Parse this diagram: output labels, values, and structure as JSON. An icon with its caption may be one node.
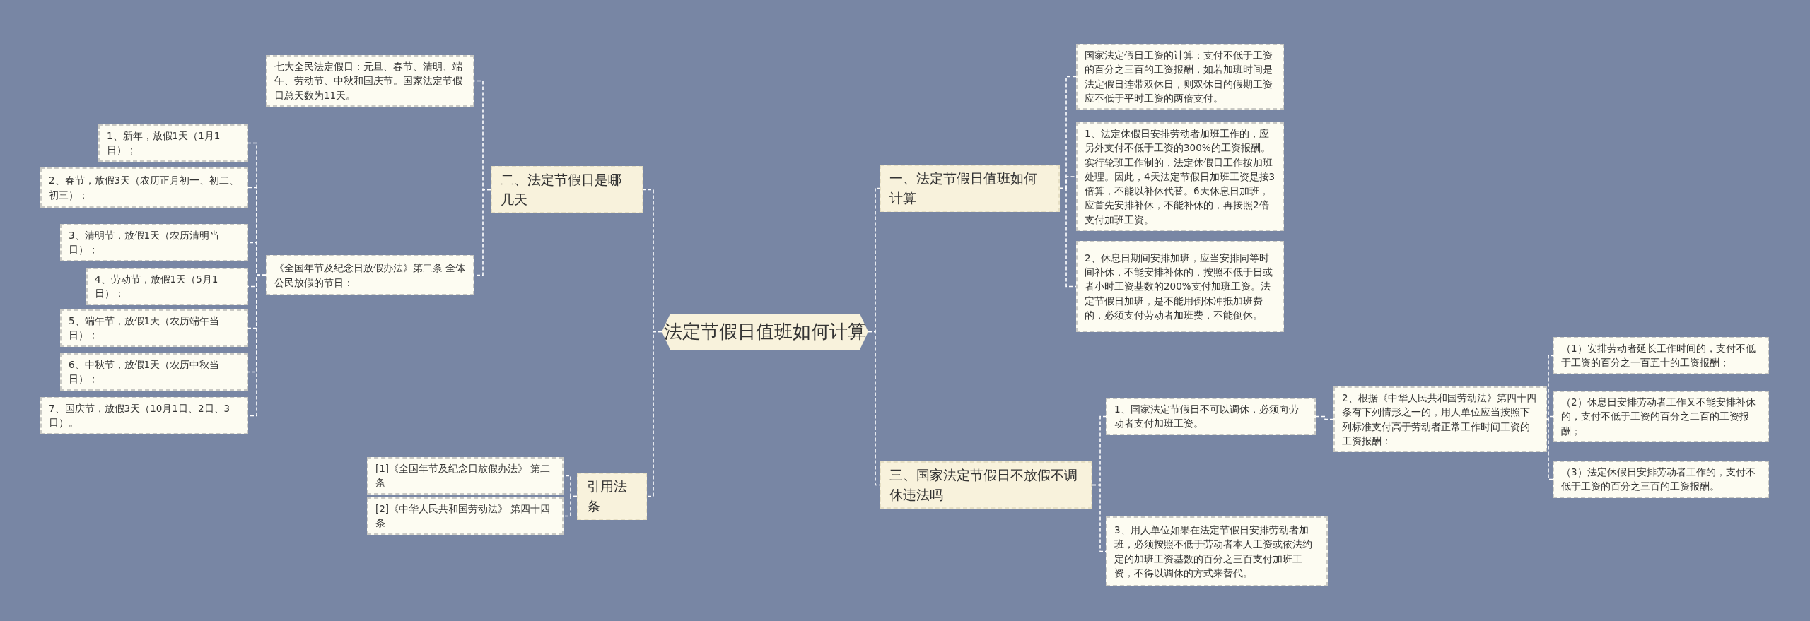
{
  "diagram": {
    "nodes": [
      {
        "text": [
          "法定节假日值班如何计算"
        ]
      },
      {
        "text": [
          "一、法定节假日值班如何计算"
        ]
      },
      {
        "text": [
          "国家法定假日工资的计算：支付不低于工资的百分之三百的工资报酬，如若加班时间是法定假日连带双休日，则双休日的假期工资应不低于平时工资的两倍支付。"
        ]
      },
      {
        "text": [
          "1、法定休假日安排劳动者加班工作的，应另外支付不低于工资的300%的工资报酬。实行轮班工作制的，法定休假日工作按加班处理。因此，4天法定节假日加班工资是按3倍算，不能以补休代替。6天休息日加班，应首先安排补休，不能补休的，再按照2倍支付加班工资。"
        ]
      },
      {
        "text": [
          "2、休息日期间安排加班，应当安排同等时间补休，不能安排补休的，按照不低于日或者小时工资基数的200%支付加班工资。法定节假日加班，是不能用倒休冲抵加班费的，必须支付劳动者加班费，不能倒休。"
        ]
      },
      {
        "text": [
          "三、国家法定节假日不放假不调休违法吗"
        ]
      },
      {
        "text": [
          "1、国家法定节假日不可以调休，必须向劳动者支付加班工资。"
        ]
      },
      {
        "text": [
          "2、根据《中华人民共和国劳动法》第四十四条有下列情形之一的，用人单位应当按照下列标准支付高于劳动者正常工作时间工资的工资报酬："
        ]
      },
      {
        "text": [
          "（1）安排劳动者延长工作时间的，支付不低于工资的百分之一百五十的工资报酬；"
        ]
      },
      {
        "text": [
          "（2）休息日安排劳动者工作又不能安排补休的，支付不低于工资的百分之二百的工资报酬；"
        ]
      },
      {
        "text": [
          "（3）法定休假日安排劳动者工作的，支付不低于工资的百分之三百的工资报酬。"
        ]
      },
      {
        "text": [
          "3、用人单位如果在法定节假日安排劳动者加班，必须按照不低于劳动者本人工资或依法约定的加班工资基数的百分之三百支付加班工资，不得以调休的方式来替代。"
        ]
      },
      {
        "text": [
          "二、法定节假日是哪几天"
        ]
      },
      {
        "text": [
          "七大全民法定假日：元旦、春节、清明、端午、劳动节、中秋和国庆节。国家法定节假日总天数为11天。"
        ]
      },
      {
        "text": [
          "《全国年节及纪念日放假办法》第二条 全体公民放假的节日："
        ]
      },
      {
        "text": [
          "1、新年，放假1天（1月1日）；"
        ]
      },
      {
        "text": [
          "2、春节，放假3天（农历正月初一、初二、初三）；"
        ]
      },
      {
        "text": [
          "3、清明节，放假1天（农历清明当日）；"
        ]
      },
      {
        "text": [
          "4、劳动节，放假1天（5月1日）；"
        ]
      },
      {
        "text": [
          "5、端午节，放假1天（农历端午当日）；"
        ]
      },
      {
        "text": [
          "6、中秋节，放假1天（农历中秋当日）；"
        ]
      },
      {
        "text": [
          "7、国庆节，放假3天（10月1日、2日、3日）。"
        ]
      },
      {
        "text": [
          "引用法条"
        ]
      },
      {
        "text": [
          "[1]《全国年节及纪念日放假办法》 第二条"
        ]
      },
      {
        "text": [
          "[2]《中华人民共和国劳动法》 第四十四条"
        ]
      }
    ],
    "edges": [
      {
        "from": 0,
        "to": 1,
        "arrow": "none"
      },
      {
        "from": 1,
        "to": 2,
        "arrow": "none"
      },
      {
        "from": 1,
        "to": 3,
        "arrow": "none"
      },
      {
        "from": 1,
        "to": 4,
        "arrow": "none"
      },
      {
        "from": 0,
        "to": 5,
        "arrow": "none"
      },
      {
        "from": 5,
        "to": 6,
        "arrow": "none"
      },
      {
        "from": 6,
        "to": 7,
        "arrow": "none"
      },
      {
        "from": 7,
        "to": 8,
        "arrow": "none"
      },
      {
        "from": 7,
        "to": 9,
        "arrow": "none"
      },
      {
        "from": 7,
        "to": 10,
        "arrow": "none"
      },
      {
        "from": 5,
        "to": 11,
        "arrow": "none"
      },
      {
        "from": 0,
        "to": 12,
        "arrow": "none"
      },
      {
        "from": 12,
        "to": 13,
        "arrow": "none"
      },
      {
        "from": 12,
        "to": 14,
        "arrow": "none"
      },
      {
        "from": 14,
        "to": 15,
        "arrow": "none"
      },
      {
        "from": 14,
        "to": 16,
        "arrow": "none"
      },
      {
        "from": 14,
        "to": 17,
        "arrow": "none"
      },
      {
        "from": 14,
        "to": 18,
        "arrow": "none"
      },
      {
        "from": 14,
        "to": 19,
        "arrow": "none"
      },
      {
        "from": 14,
        "to": 20,
        "arrow": "none"
      },
      {
        "from": 14,
        "to": 21,
        "arrow": "none"
      },
      {
        "from": 0,
        "to": 22,
        "arrow": "none"
      },
      {
        "from": 22,
        "to": 23,
        "arrow": "none"
      },
      {
        "from": 22,
        "to": 24,
        "arrow": "none"
      }
    ]
  }
}
